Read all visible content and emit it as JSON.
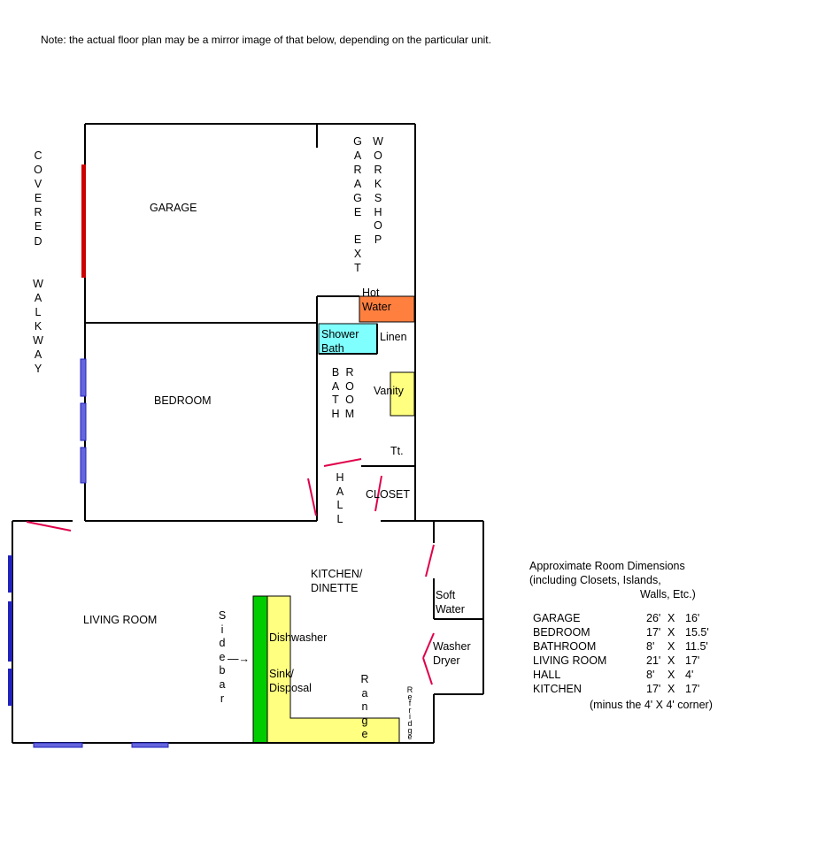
{
  "note": "Note: the actual floor plan may be a mirror image of that below, depending on the particular unit.",
  "rooms": {
    "garage": "GARAGE",
    "bedroom": "BEDROOM",
    "living_room": "LIVING ROOM",
    "kitchen_line1": "KITCHEN/",
    "kitchen_line2": "DINETTE",
    "closet": "CLOSET",
    "linen": "Linen",
    "vanity": "Vanity",
    "toilet": "Tt.",
    "hot_water_line1": "Hot",
    "hot_water_line2": "Water",
    "shower_line1": "Shower",
    "shower_line2": "Bath",
    "soft_water_line1": "Soft",
    "soft_water_line2": "Water",
    "washer_line1": "Washer",
    "washer_line2": "Dryer",
    "dishwasher": "Dishwasher",
    "sink_line1": "Sink/",
    "sink_line2": "Disposal",
    "sidebar_arrow": "—→"
  },
  "vertical_labels": {
    "covered_walkway": "COVERED  WALKWAY",
    "garage_ext": "GARAGE EXT",
    "workshop": "WORKSHOP",
    "bath": "BATH",
    "room": "ROOM",
    "hall": "HALL",
    "sidebar": "Sidebar",
    "range": "Range",
    "refridge": "Refridge"
  },
  "dimensions": {
    "title_line1": "Approximate Room Dimensions",
    "title_line2": "(including Closets, Islands,",
    "title_line3": "Walls, Etc.)",
    "rows": [
      {
        "room": "GARAGE",
        "a": "26'",
        "x": "X",
        "b": "16'"
      },
      {
        "room": "BEDROOM",
        "a": "17'",
        "x": "X",
        "b": "15.5'"
      },
      {
        "room": "BATHROOM",
        "a": "8'",
        "x": "X",
        "b": "11.5'"
      },
      {
        "room": "LIVING ROOM",
        "a": "21'",
        "x": "X",
        "b": "17'"
      },
      {
        "room": "HALL",
        "a": "8'",
        "x": "X",
        "b": "4'"
      },
      {
        "room": "KITCHEN",
        "a": "17'",
        "x": "X",
        "b": "17'"
      }
    ],
    "footnote": "(minus the 4' X 4' corner)"
  },
  "colors": {
    "wall": "#000000",
    "door": "#e0004a",
    "door_red": "#cc0000",
    "window": "#6666dd",
    "window_dark": "#2222bb",
    "hot_water": "#ff7f3f",
    "shower": "#80ffff",
    "vanity": "#ffff80",
    "counter": "#ffff80",
    "sidebar_green": "#00cc00"
  }
}
